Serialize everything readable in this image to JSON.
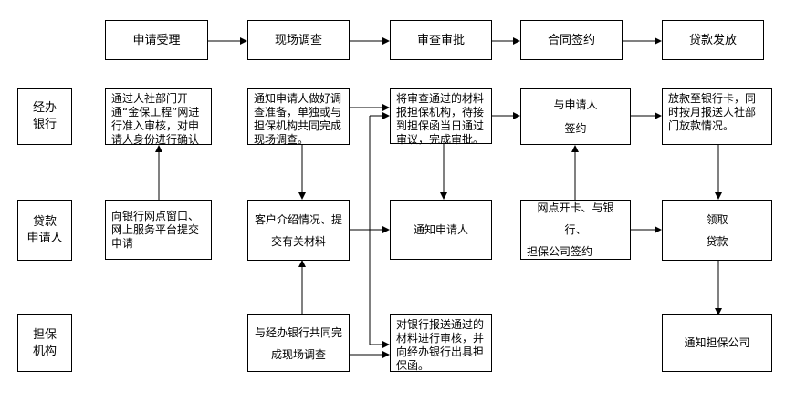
{
  "stages": [
    "申请受理",
    "现场调查",
    "审查审批",
    "合同签约",
    "贷款发放"
  ],
  "lanes": [
    [
      "经办",
      "银行"
    ],
    [
      "贷款",
      "申请人"
    ],
    [
      "担保",
      "机构"
    ]
  ],
  "steps": {
    "bank_accept": "通过人社部门开通“金保工程”网进行准入审核，对申请人身份进行确认",
    "bank_survey": "通知申请人做好调查准备，单独或与担保机构共同完成现场调查。",
    "bank_review": "将审查通过的材料报担保机构，待接到担保函当日通过审议，完成审批。",
    "bank_sign": [
      "与申请人",
      "签约"
    ],
    "bank_release": "放款至银行卡，同时按月报送人社部门放款情况。",
    "app_submit": "向银行网点窗口、网上服务平台提交申请",
    "app_survey": [
      "客户介绍情况、提",
      "交有关材料"
    ],
    "app_notify": "通知申请人",
    "app_sign": [
      "网点开卡、与银行、",
      "担保公司签约"
    ],
    "app_receive": [
      "领取",
      "贷款"
    ],
    "guar_survey": [
      "与经办银行共同完",
      "成现场调查"
    ],
    "guar_review": "对银行报送通过的材料进行审核，并向经办银行出具担保函。",
    "guar_notify": "通知担保公司"
  }
}
